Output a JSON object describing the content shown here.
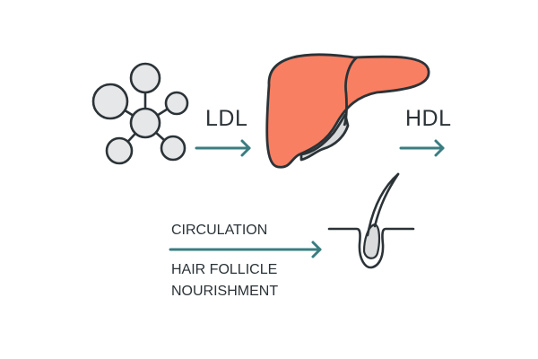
{
  "labels": {
    "ldl": "LDL",
    "hdl": "HDL",
    "circulation": "CIRCULATION",
    "hair_follicle_line1": "HAIR FOLLICLE",
    "hair_follicle_line2": "NOURISHMENT"
  },
  "colors": {
    "stroke": "#2b3337",
    "arrow": "#3a7d80",
    "liver": "#f97f62",
    "molecule_fill": "#e6e7e8",
    "gallbladder": "#d9dbdc"
  }
}
